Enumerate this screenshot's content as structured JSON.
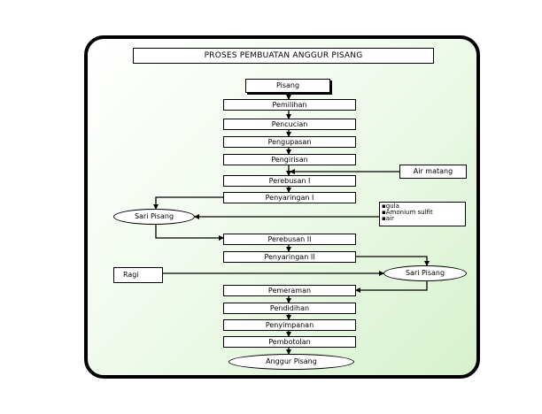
{
  "title": "PROSES PEMBUATAN ANGGUR PISANG",
  "steps": {
    "pisang": "Pisang",
    "pemilihan": "Pemilihan",
    "pencucian": "Pencucian",
    "pengupasan": "Pengupasan",
    "pengirisan": "Pengirisan",
    "perebusan1": "Perebusan I",
    "penyaringan1": "Penyaringan I",
    "sari_pisang_left": "Sari Pisang",
    "perebusan2": "Perebusan II",
    "penyaringan2": "Penyaringan II",
    "sari_pisang_right": "Sari Pisang",
    "pemeraman": "Pemeraman",
    "pendidihan": "Pendidihan",
    "penyimpanan": "Penyimpanan",
    "pembotolan": "Pembotolan",
    "anggur_pisang": "Anggur Pisang"
  },
  "inputs": {
    "air_matang": "Air matang",
    "ragi": "Ragi",
    "additives": [
      "gula",
      "Amonium sulfit",
      "air"
    ]
  },
  "colors": {
    "frame_border": "#000000",
    "frame_fill": "#d6f2cc",
    "line": "#000000"
  }
}
